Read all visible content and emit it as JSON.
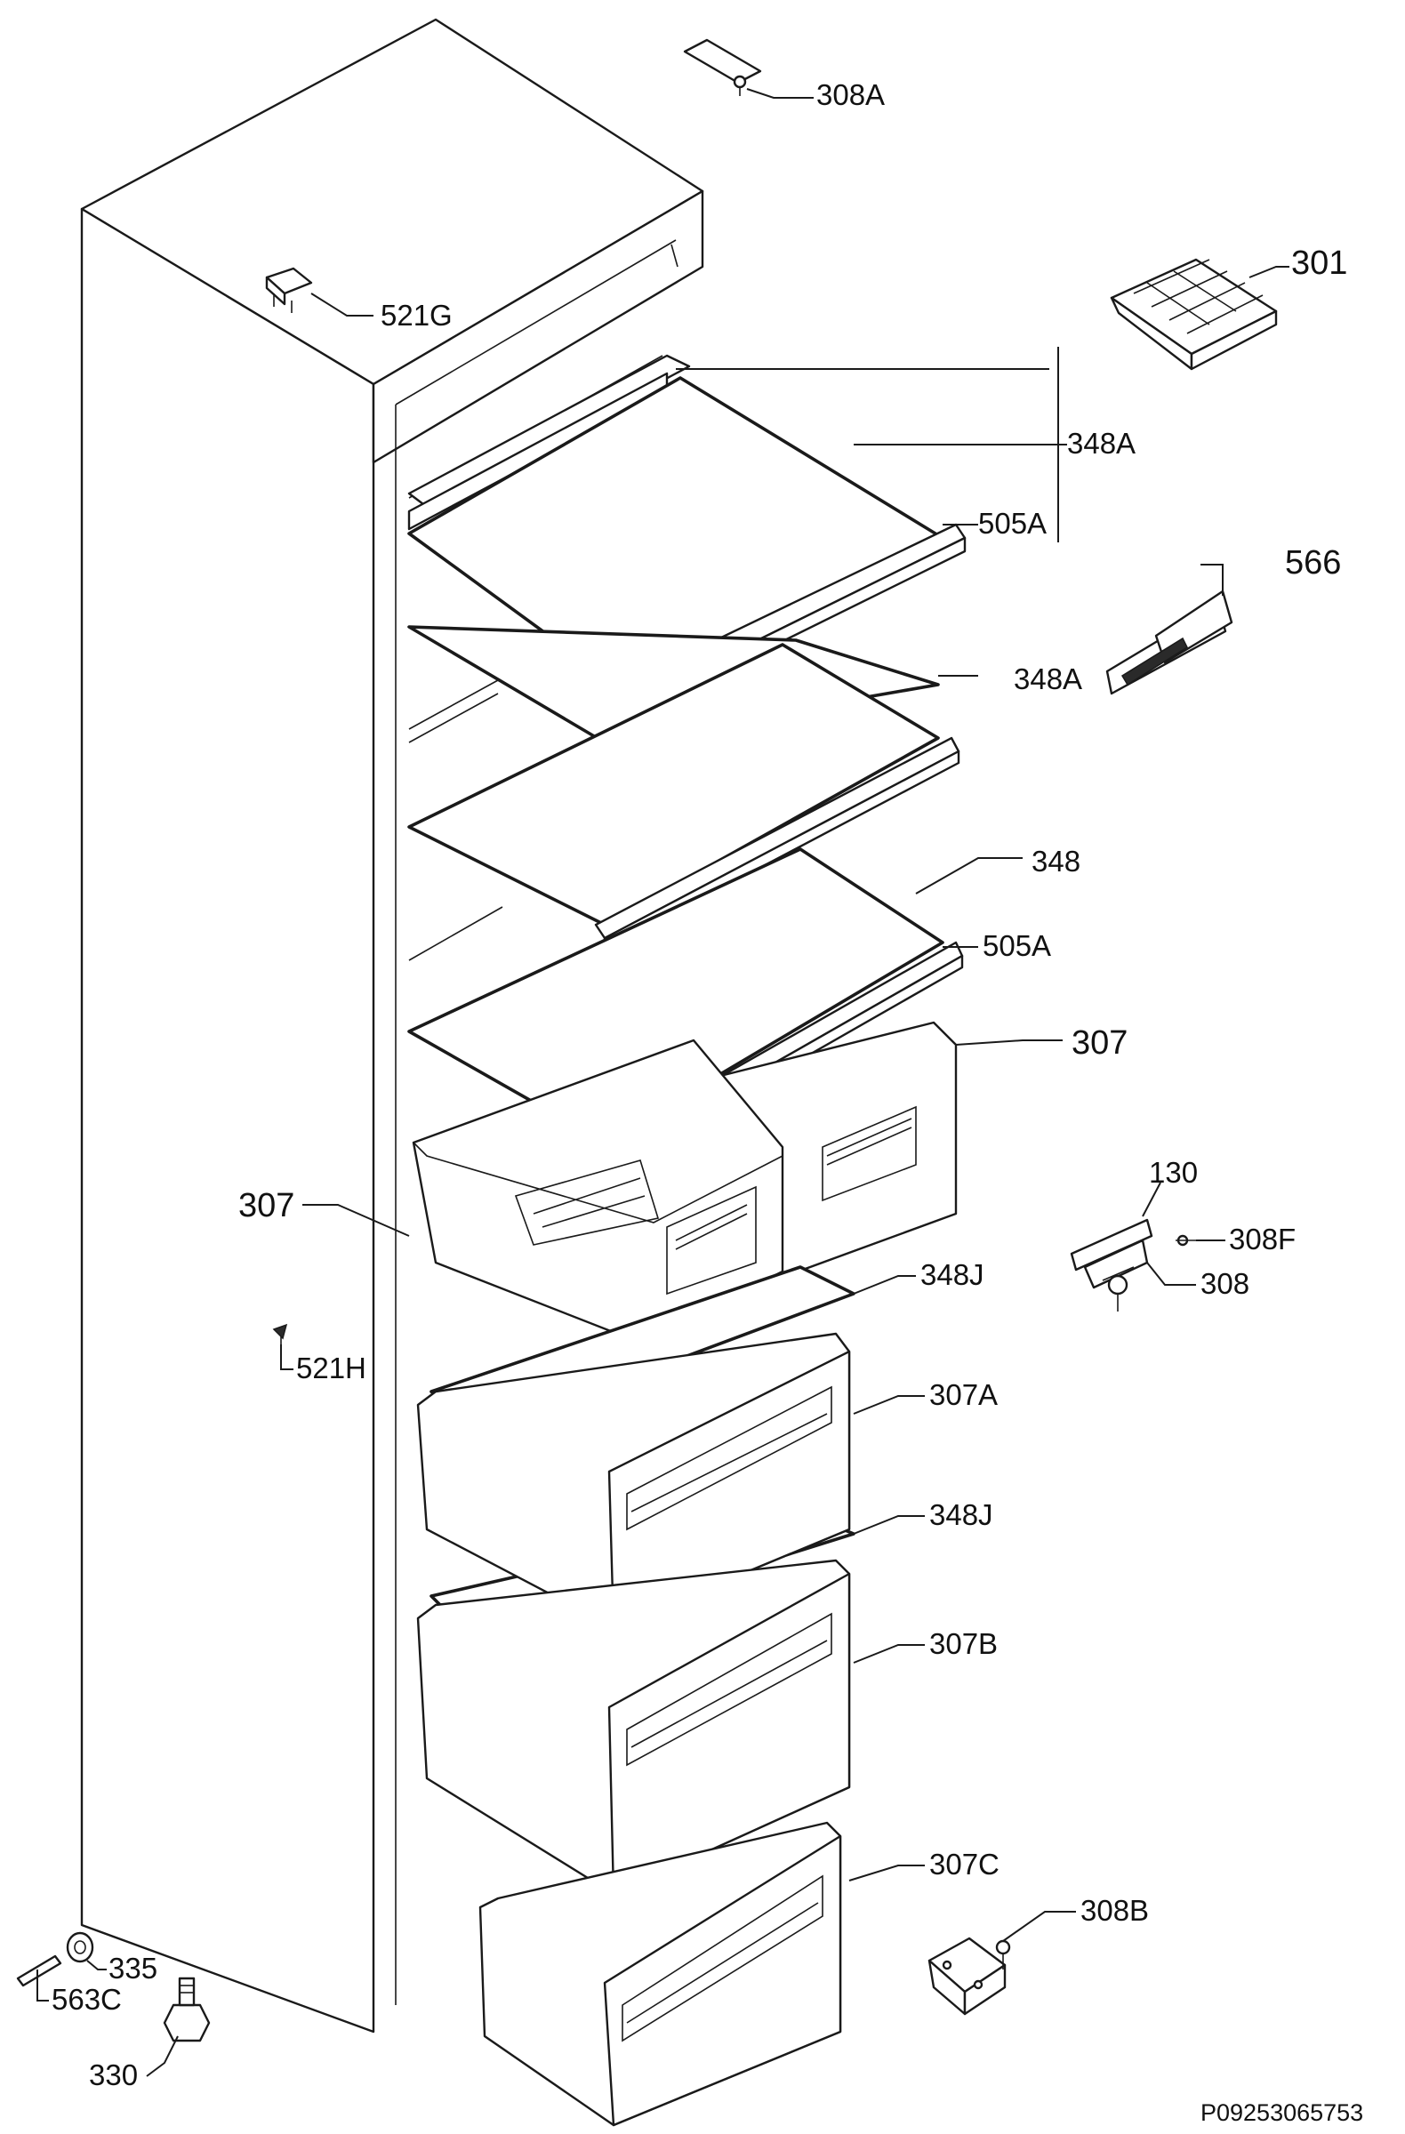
{
  "diagram": {
    "labels": {
      "p308A": "308A",
      "p521G": "521G",
      "p301": "301",
      "p348A_top": "348A",
      "p505A_top": "505A",
      "p566": "566",
      "p348A_mid": "348A",
      "p348": "348",
      "p505A_low": "505A",
      "p307_right": "307",
      "p307_left": "307",
      "p130": "130",
      "p308F": "308F",
      "p308": "308",
      "p348J_upper": "348J",
      "p521H": "521H",
      "p307A": "307A",
      "p348J_lower": "348J",
      "p307B": "307B",
      "p307C": "307C",
      "p308B": "308B",
      "p335": "335",
      "p563C": "563C",
      "p330": "330"
    },
    "drawing_number": "P09253065753"
  }
}
